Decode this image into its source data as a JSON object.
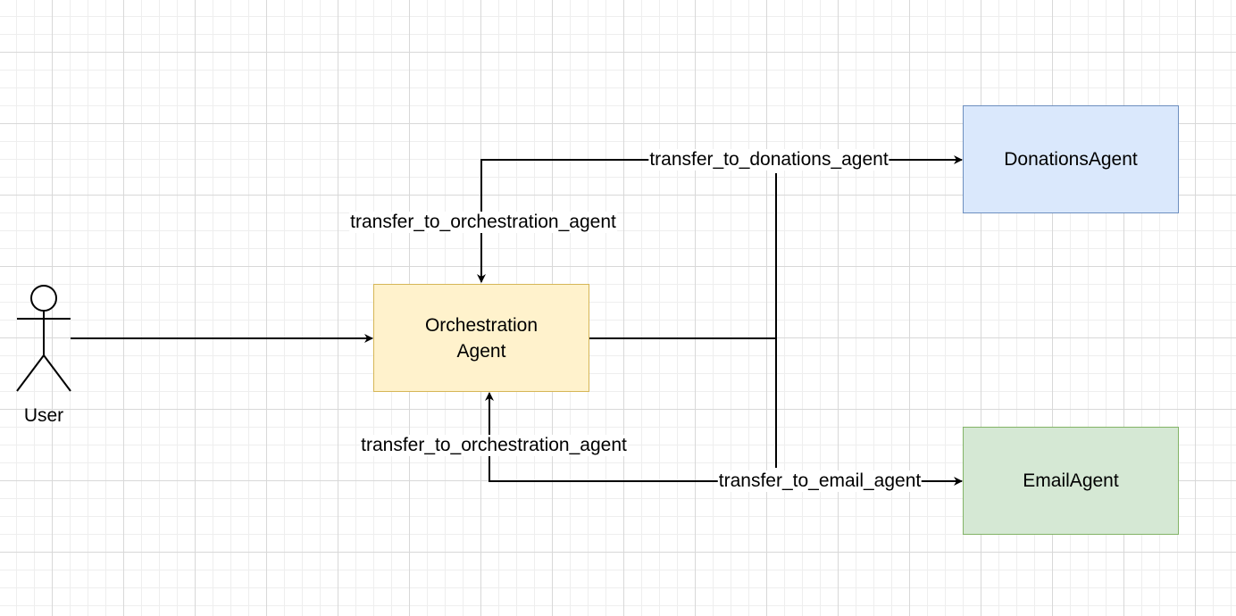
{
  "diagram": {
    "actor": {
      "label": "User",
      "icon": "stick-figure-icon"
    },
    "nodes": {
      "orchestration": {
        "label": "Orchestration\nAgent",
        "fill": "#fff2cc",
        "stroke": "#d6b656"
      },
      "donations": {
        "label": "DonationsAgent",
        "fill": "#dae8fc",
        "stroke": "#6c8ebf"
      },
      "email": {
        "label": "EmailAgent",
        "fill": "#d5e8d4",
        "stroke": "#82b366"
      }
    },
    "edges": {
      "to_donations": "transfer_to_donations_agent",
      "donations_to_orchestration": "transfer_to_orchestration_agent",
      "to_email": "transfer_to_email_agent",
      "email_to_orchestration": "transfer_to_orchestration_agent"
    }
  }
}
